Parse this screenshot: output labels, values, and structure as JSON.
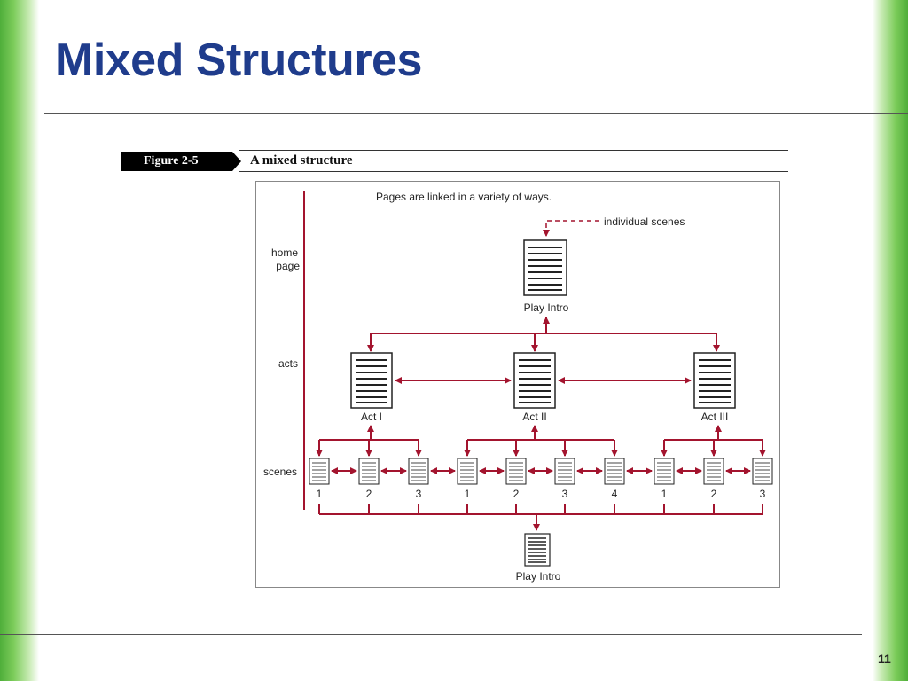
{
  "slide": {
    "title": "Mixed Structures",
    "page_number": "11"
  },
  "figure": {
    "label": "Figure 2-5",
    "caption": "A mixed structure"
  },
  "diagram": {
    "note": "Pages are linked in a variety of ways.",
    "legend_individual_scenes": "individual scenes",
    "row_labels": {
      "home_page_line1": "home",
      "home_page_line2": "page",
      "acts": "acts",
      "scenes": "scenes"
    },
    "home": "Play Intro",
    "acts": [
      "Act I",
      "Act II",
      "Act III"
    ],
    "scene_numbers": [
      "1",
      "2",
      "3",
      "1",
      "2",
      "3",
      "4",
      "1",
      "2",
      "3"
    ],
    "bottom_page": "Play Intro",
    "colors": {
      "arrow": "#a3142e",
      "dashed": "#a3142e"
    }
  }
}
